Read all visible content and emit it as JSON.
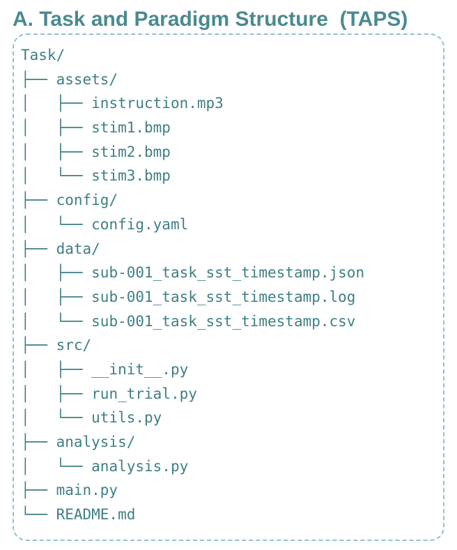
{
  "title": "A. Task and Paradigm Structure  (TAPS)",
  "accent_color": "#4a8a8f",
  "tree": [
    {
      "prefix": "",
      "name": "Task/"
    },
    {
      "prefix": "├── ",
      "name": "assets/"
    },
    {
      "prefix": "│   ├── ",
      "name": "instruction.mp3"
    },
    {
      "prefix": "│   ├── ",
      "name": "stim1.bmp"
    },
    {
      "prefix": "│   ├── ",
      "name": "stim2.bmp"
    },
    {
      "prefix": "│   └── ",
      "name": "stim3.bmp"
    },
    {
      "prefix": "├── ",
      "name": "config/"
    },
    {
      "prefix": "│   └── ",
      "name": "config.yaml"
    },
    {
      "prefix": "├── ",
      "name": "data/"
    },
    {
      "prefix": "│   ├── ",
      "name": "sub-001_task_sst_timestamp.json"
    },
    {
      "prefix": "│   ├── ",
      "name": "sub-001_task_sst_timestamp.log"
    },
    {
      "prefix": "│   └── ",
      "name": "sub-001_task_sst_timestamp.csv"
    },
    {
      "prefix": "├── ",
      "name": "src/"
    },
    {
      "prefix": "│   ├── ",
      "name": "__init__.py"
    },
    {
      "prefix": "│   ├── ",
      "name": "run_trial.py"
    },
    {
      "prefix": "│   └── ",
      "name": "utils.py"
    },
    {
      "prefix": "├── ",
      "name": "analysis/"
    },
    {
      "prefix": "│   └── ",
      "name": "analysis.py"
    },
    {
      "prefix": "├── ",
      "name": "main.py"
    },
    {
      "prefix": "└── ",
      "name": "README.md"
    }
  ]
}
